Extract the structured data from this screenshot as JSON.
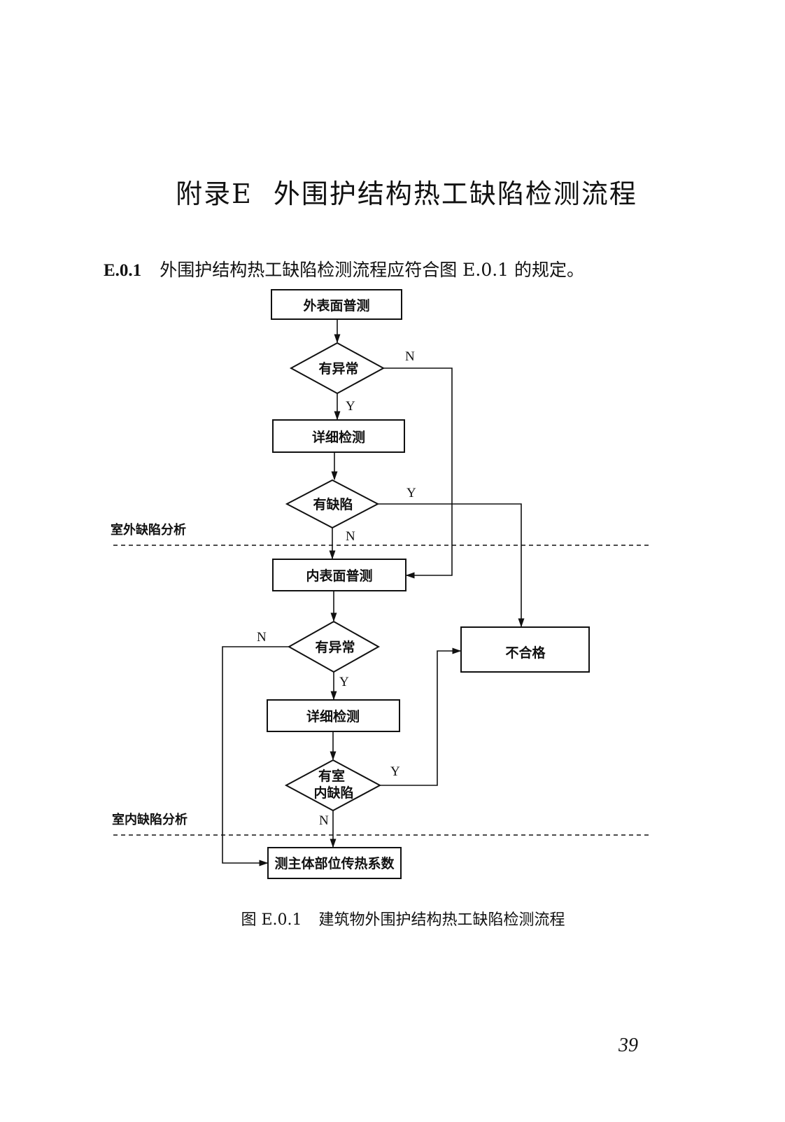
{
  "appendix": {
    "code": "附录E",
    "title": "外围护结构热工缺陷检测流程"
  },
  "clause": {
    "number": "E.0.1",
    "text": "外围护结构热工缺陷检测流程应符合图 E.0.1 的规定。"
  },
  "flowchart": {
    "nodes": {
      "outer_general": "外表面普测",
      "outer_abnormal": "有异常",
      "outer_detailed": "详细检测",
      "outer_defect": "有缺陷",
      "inner_general": "内表面普测",
      "inner_abnormal": "有异常",
      "inner_detailed": "详细检测",
      "inner_defect_line1": "有室",
      "inner_defect_line2": "内缺陷",
      "unqualified": "不合格",
      "heat_transfer": "测主体部位传热系数"
    },
    "edge_labels": {
      "outer_abnormal_no": "N",
      "outer_abnormal_yes": "Y",
      "outer_defect_yes": "Y",
      "outer_defect_no": "N",
      "inner_abnormal_no": "N",
      "inner_abnormal_yes": "Y",
      "inner_defect_yes": "Y",
      "inner_defect_no": "N"
    },
    "sections": {
      "outdoor": "室外缺陷分析",
      "indoor": "室内缺陷分析"
    }
  },
  "figure": {
    "number": "图 E.0.1",
    "caption": "建筑物外围护结构热工缺陷检测流程"
  },
  "page_number": "39"
}
